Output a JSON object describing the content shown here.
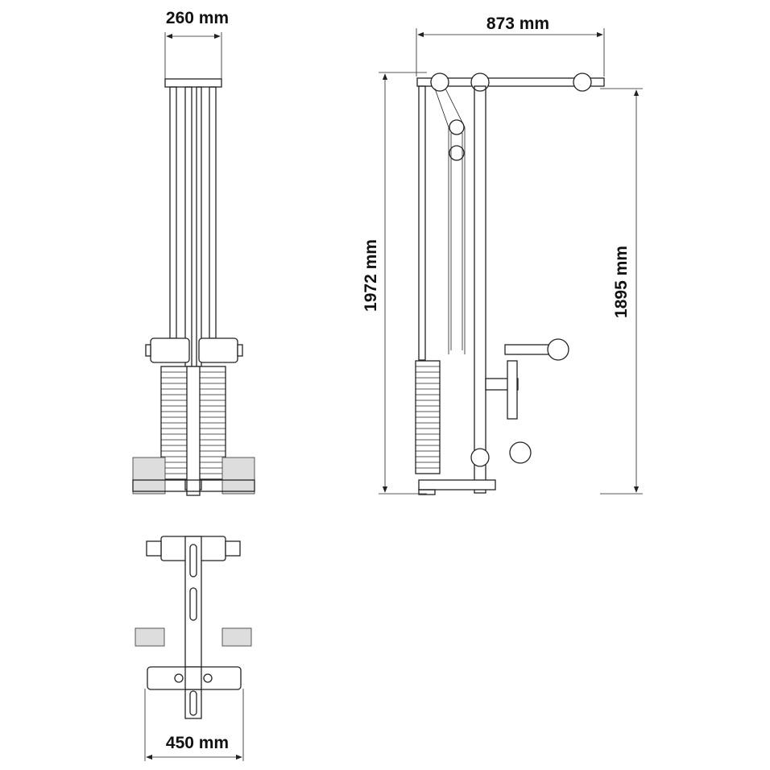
{
  "dimensions": {
    "front_width": "260 mm",
    "side_width": "873 mm",
    "total_height": "1972 mm",
    "pulley_height": "1895 mm",
    "base_width": "450 mm"
  },
  "colors": {
    "line": "#222222",
    "background": "#ffffff"
  }
}
